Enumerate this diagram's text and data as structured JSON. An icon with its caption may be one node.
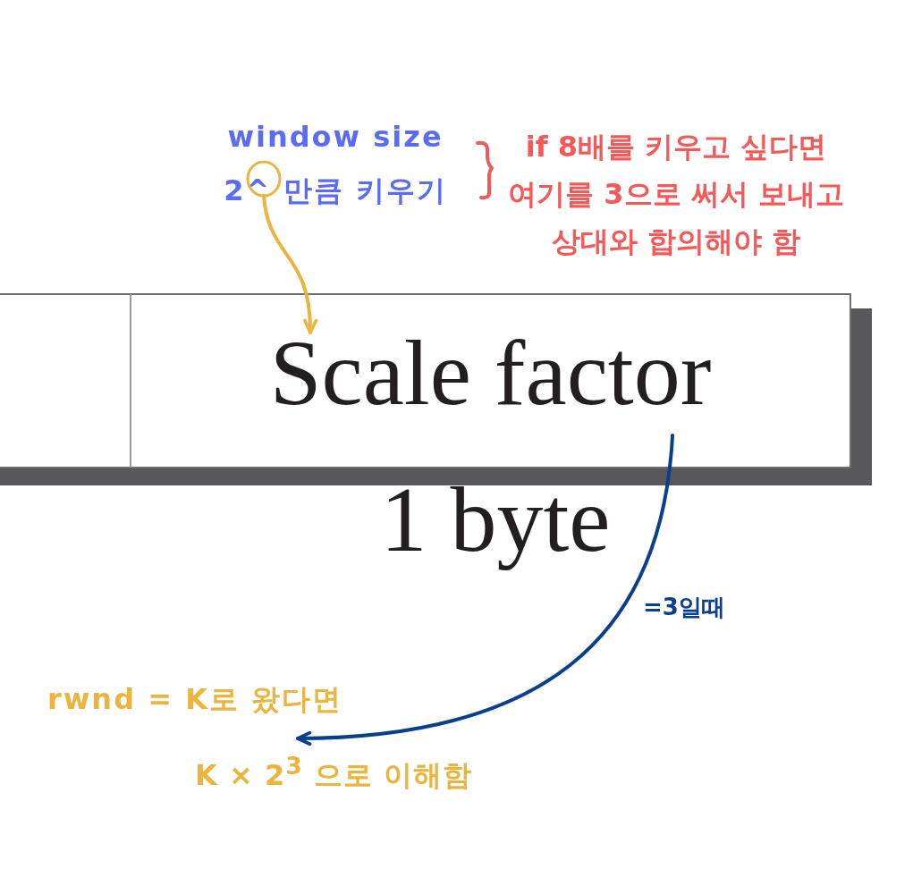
{
  "diagram": {
    "nodes": [
      {
        "text": [],
        "shape": "circle"
      },
      {
        "text": [],
        "shape": "box"
      },
      {
        "text": [
          "Scale factor"
        ],
        "beside": [
          "1 byte"
        ]
      },
      {
        "text": [
          "rwnd = K로 왔다면",
          "K × 2$^{3}$ 으로 이해함"
        ]
      }
    ],
    "edges": [
      {
        "from": 0,
        "to": 2,
        "arrow": "to",
        "color": "#e9b440"
      },
      {
        "from": 2,
        "to": 3,
        "arrow": "to",
        "label": "=3일때",
        "color": "#0b3f8a"
      }
    ],
    "labels": [
      "window size 2^ 만큼 키우기",
      "if 8배를 키우고 싶다면 여기를 3으로 써서 보내고 상대와 합의해야 함"
    ]
  }
}
